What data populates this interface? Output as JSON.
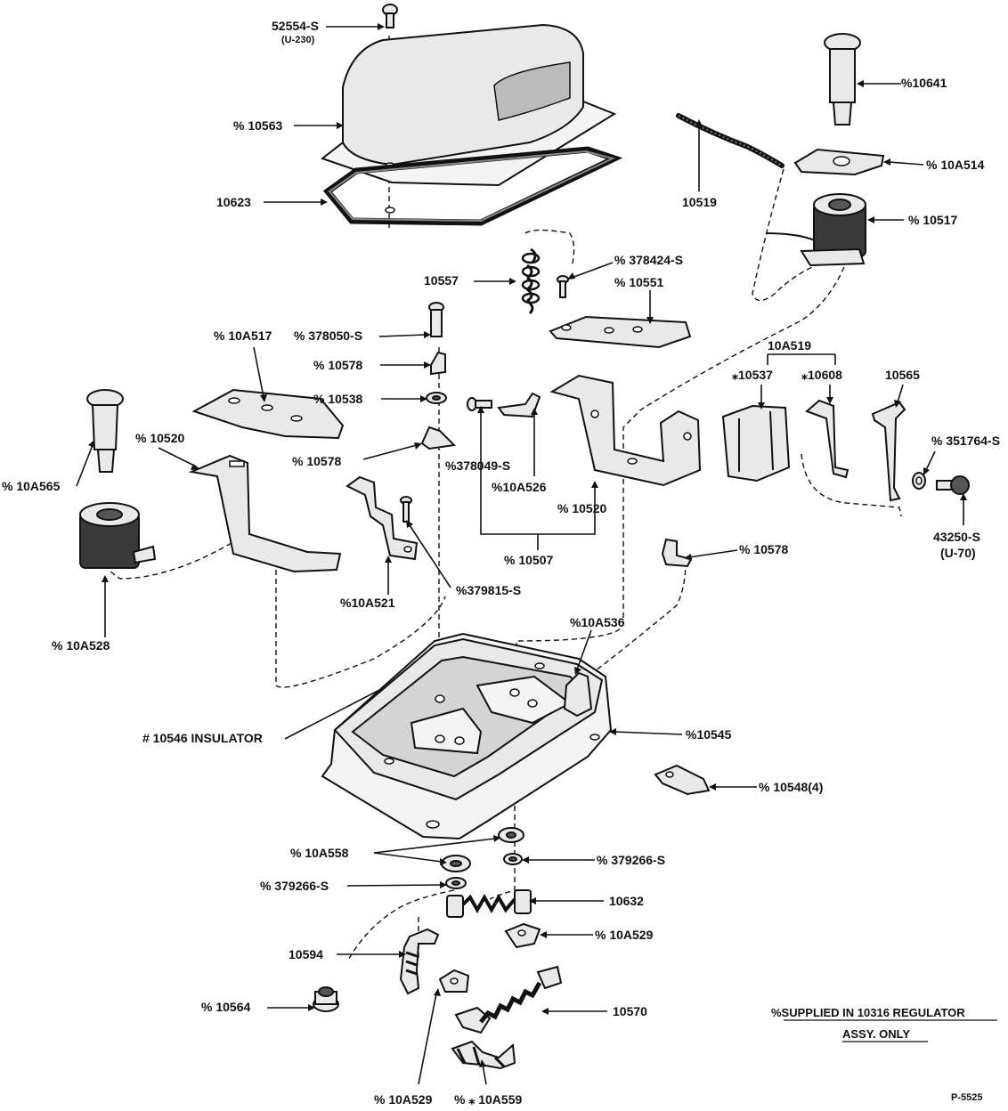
{
  "labels": {
    "screw_52554": "52554-S",
    "screw_52554_sub": "(U-230)",
    "cover": "% 10563",
    "gasket": "10623",
    "plunger_top": "%10641",
    "wire": "10519",
    "bracket_10a514": "% 10A514",
    "coil_10517": "% 10517",
    "spring_10557": "10557",
    "rivet_378424": "% 378424-S",
    "armature_10551": "% 10551",
    "armature_10a517": "% 10A517",
    "rivet_378050": "% 378050-S",
    "contact_10578_a": "% 10578",
    "washer_10538": "% 10538",
    "contact_10578_b": "% 10578",
    "frame_10a519": "10A519",
    "contact_10537": "⁎10537",
    "contact_10608": "⁎10608",
    "spring_10565": "10565",
    "washer_351764": "% 351764-S",
    "screw_43250": "43250-S",
    "screw_43250_sub": "(U-70)",
    "frame_10520_left": "% 10520",
    "plunger_10a565": "% 10A565",
    "rivet_378049": "%378049-S",
    "clip_10a526": "%10A526",
    "frame_10520_right": "% 10520",
    "set_10507": "% 10507",
    "contact_10578_c": "% 10578",
    "coil_10a528": "% 10A528",
    "bracket_10a521": "%10A521",
    "rivet_379815": "%379815-S",
    "insulator_10a536": "%10A536",
    "insulator_10546": "# 10546 INSULATOR",
    "base_10545": "%10545",
    "terminal_10548": "%   10548(4)",
    "washer_10a558": "% 10A558",
    "washer_379266_r": "% 379266-S",
    "washer_379266_l": "% 379266-S",
    "spring_10632": "10632",
    "cam_10a529_r": "% 10A529",
    "arm_10594": "10594",
    "grommet_10564": "% 10564",
    "spring_10570": "10570",
    "cam_10a529_b": "% 10A529",
    "hinge_10a559": "% ⁎ 10A559"
  },
  "footnote": {
    "line1": "%SUPPLIED IN 10316 REGULATOR",
    "line2": "ASSY. ONLY"
  },
  "figure_id": "P-5525"
}
